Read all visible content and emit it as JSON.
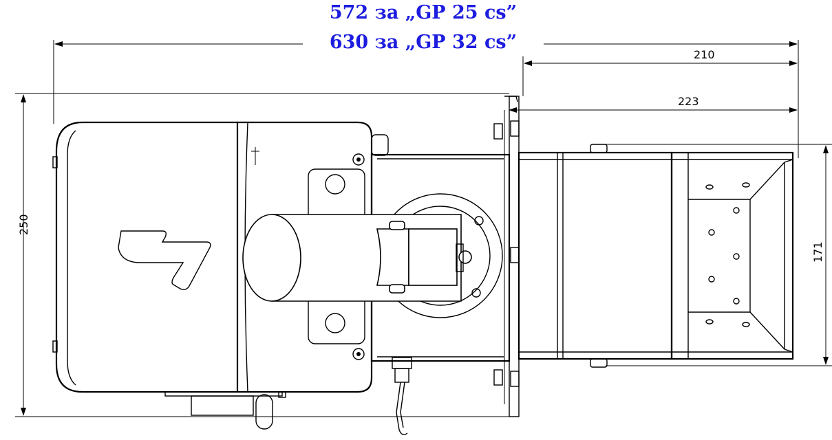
{
  "header": {
    "line1": "572 за „GP 25 cs”",
    "line2": "630 за „GP 32 cs”",
    "color": "#1d1de0"
  },
  "dimensions": {
    "d210": "210",
    "d223": "223",
    "d250": "250",
    "d171": "171"
  }
}
